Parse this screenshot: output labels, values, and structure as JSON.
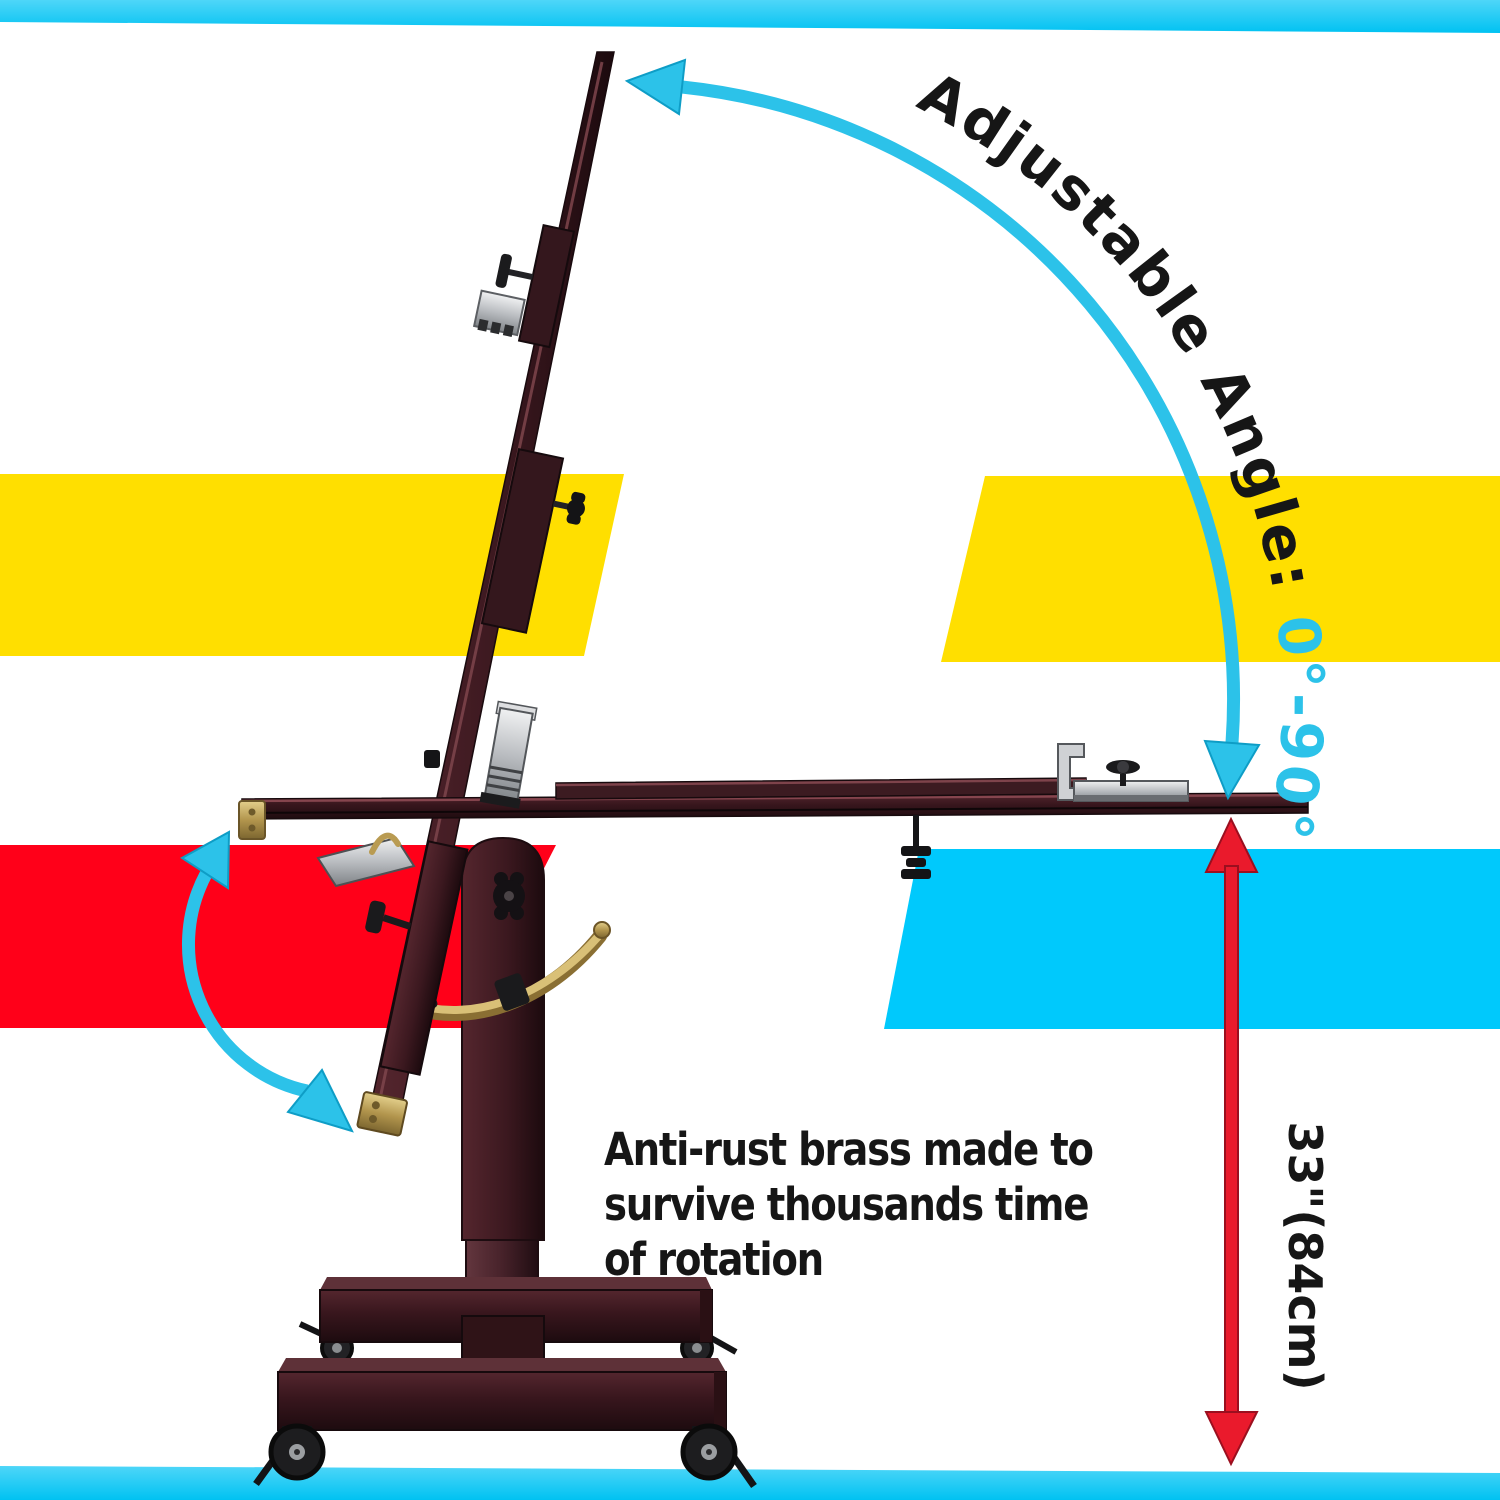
{
  "product_annotations": {
    "adjustable_angle": {
      "label": "Adjustable Angle: ",
      "value": "0°-90°"
    },
    "height": {
      "value": "33\"(84cm)"
    },
    "caption": {
      "lines": [
        "Anti-rust brass made to",
        "survive thousands time",
        "of rotation"
      ]
    }
  },
  "colors": {
    "stripe_cyan": "#00c9fc",
    "bar_cyan_light": "#4ed6f8",
    "bar_cyan": "#0cc5f3",
    "stripe_yellow": "#ffdf00",
    "stripe_red": "#ff0019",
    "arrow_cyan": "#2cc2e9",
    "arrow_cyan_edge": "#0e9dc6",
    "arrow_red": "#ea1a2c",
    "arrow_red_edge": "#9b0f1f",
    "text_black": "#161616"
  }
}
